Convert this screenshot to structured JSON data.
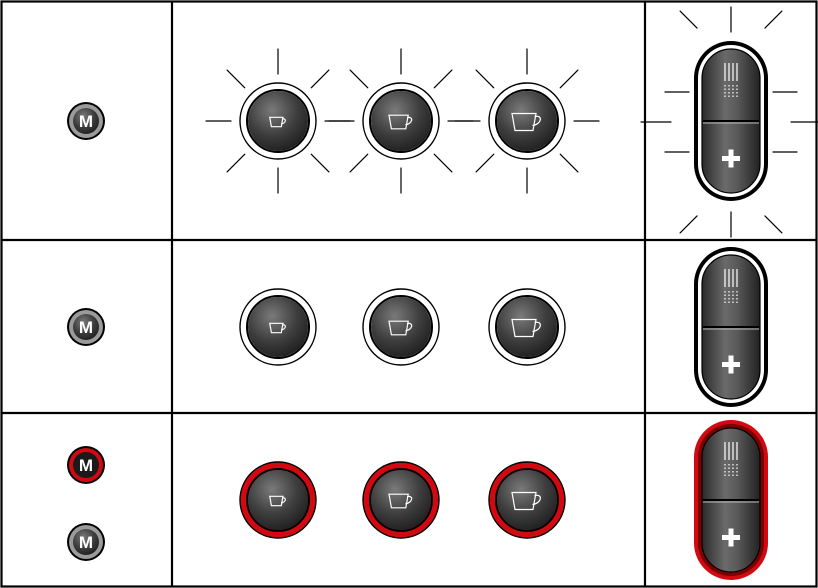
{
  "colors": {
    "background": "#ffffff",
    "lines": "#000000",
    "button_body": "#3c3c3c",
    "ring_white": "#ffffff",
    "ring_grey": "#9a9a9a",
    "ring_red": "#d00a10",
    "icon_stroke": "#ffffff"
  },
  "rows": [
    {
      "state": "flashing",
      "m_buttons": [
        {
          "label": "M",
          "ring": "grey"
        }
      ],
      "cup_buttons": [
        {
          "size": "small",
          "ring": "white"
        },
        {
          "size": "medium",
          "ring": "white"
        },
        {
          "size": "large",
          "ring": "white"
        }
      ],
      "rocker": {
        "ring": "black",
        "top_icon": "strength-lines-icon",
        "bottom_label": "+"
      }
    },
    {
      "state": "lit",
      "m_buttons": [
        {
          "label": "M",
          "ring": "grey"
        }
      ],
      "cup_buttons": [
        {
          "size": "small",
          "ring": "white"
        },
        {
          "size": "medium",
          "ring": "white"
        },
        {
          "size": "large",
          "ring": "white"
        }
      ],
      "rocker": {
        "ring": "black",
        "top_icon": "strength-lines-icon",
        "bottom_label": "+"
      }
    },
    {
      "state": "red",
      "m_buttons": [
        {
          "label": "M",
          "ring": "red"
        },
        {
          "label": "M",
          "ring": "grey"
        }
      ],
      "cup_buttons": [
        {
          "size": "small",
          "ring": "red"
        },
        {
          "size": "medium",
          "ring": "red"
        },
        {
          "size": "large",
          "ring": "red"
        }
      ],
      "rocker": {
        "ring": "red",
        "top_icon": "strength-lines-icon",
        "bottom_label": "+"
      }
    }
  ]
}
